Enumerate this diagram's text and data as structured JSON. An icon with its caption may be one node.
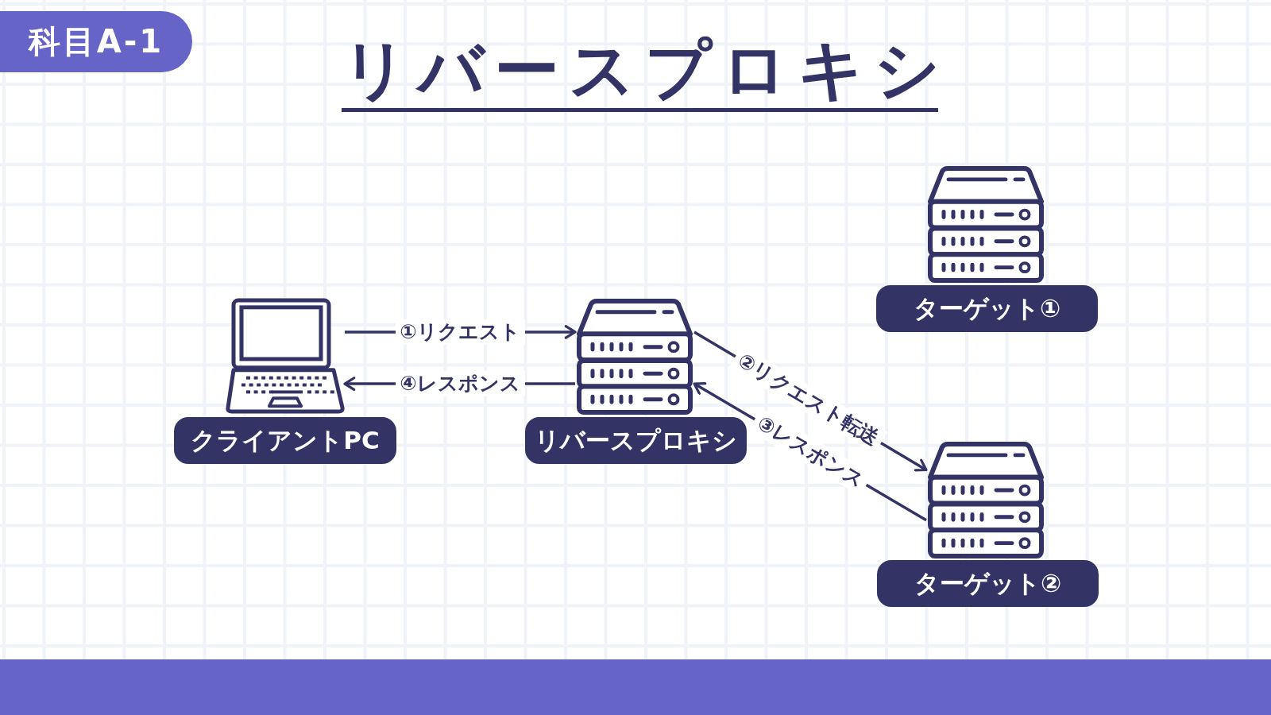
{
  "diagram": {
    "title": "リバースプロキシ",
    "nodes": [
      {
        "text": [
          "クライアントPC"
        ]
      },
      {
        "text": [
          "リバースプロキシ"
        ]
      },
      {
        "text": [
          "ターゲット①"
        ]
      },
      {
        "text": [
          "ターゲット②"
        ]
      }
    ],
    "edges": [
      {
        "from": 0,
        "to": 1,
        "arrow": "to",
        "label": "①リクエスト"
      },
      {
        "from": 1,
        "to": 0,
        "arrow": "to",
        "label": "④レスポンス"
      },
      {
        "from": 1,
        "to": 3,
        "arrow": "to",
        "label": "②リクエスト転送"
      },
      {
        "from": 3,
        "to": 1,
        "arrow": "to",
        "label": "③レスポンス"
      }
    ],
    "labels": [
      "科目A-1"
    ]
  }
}
